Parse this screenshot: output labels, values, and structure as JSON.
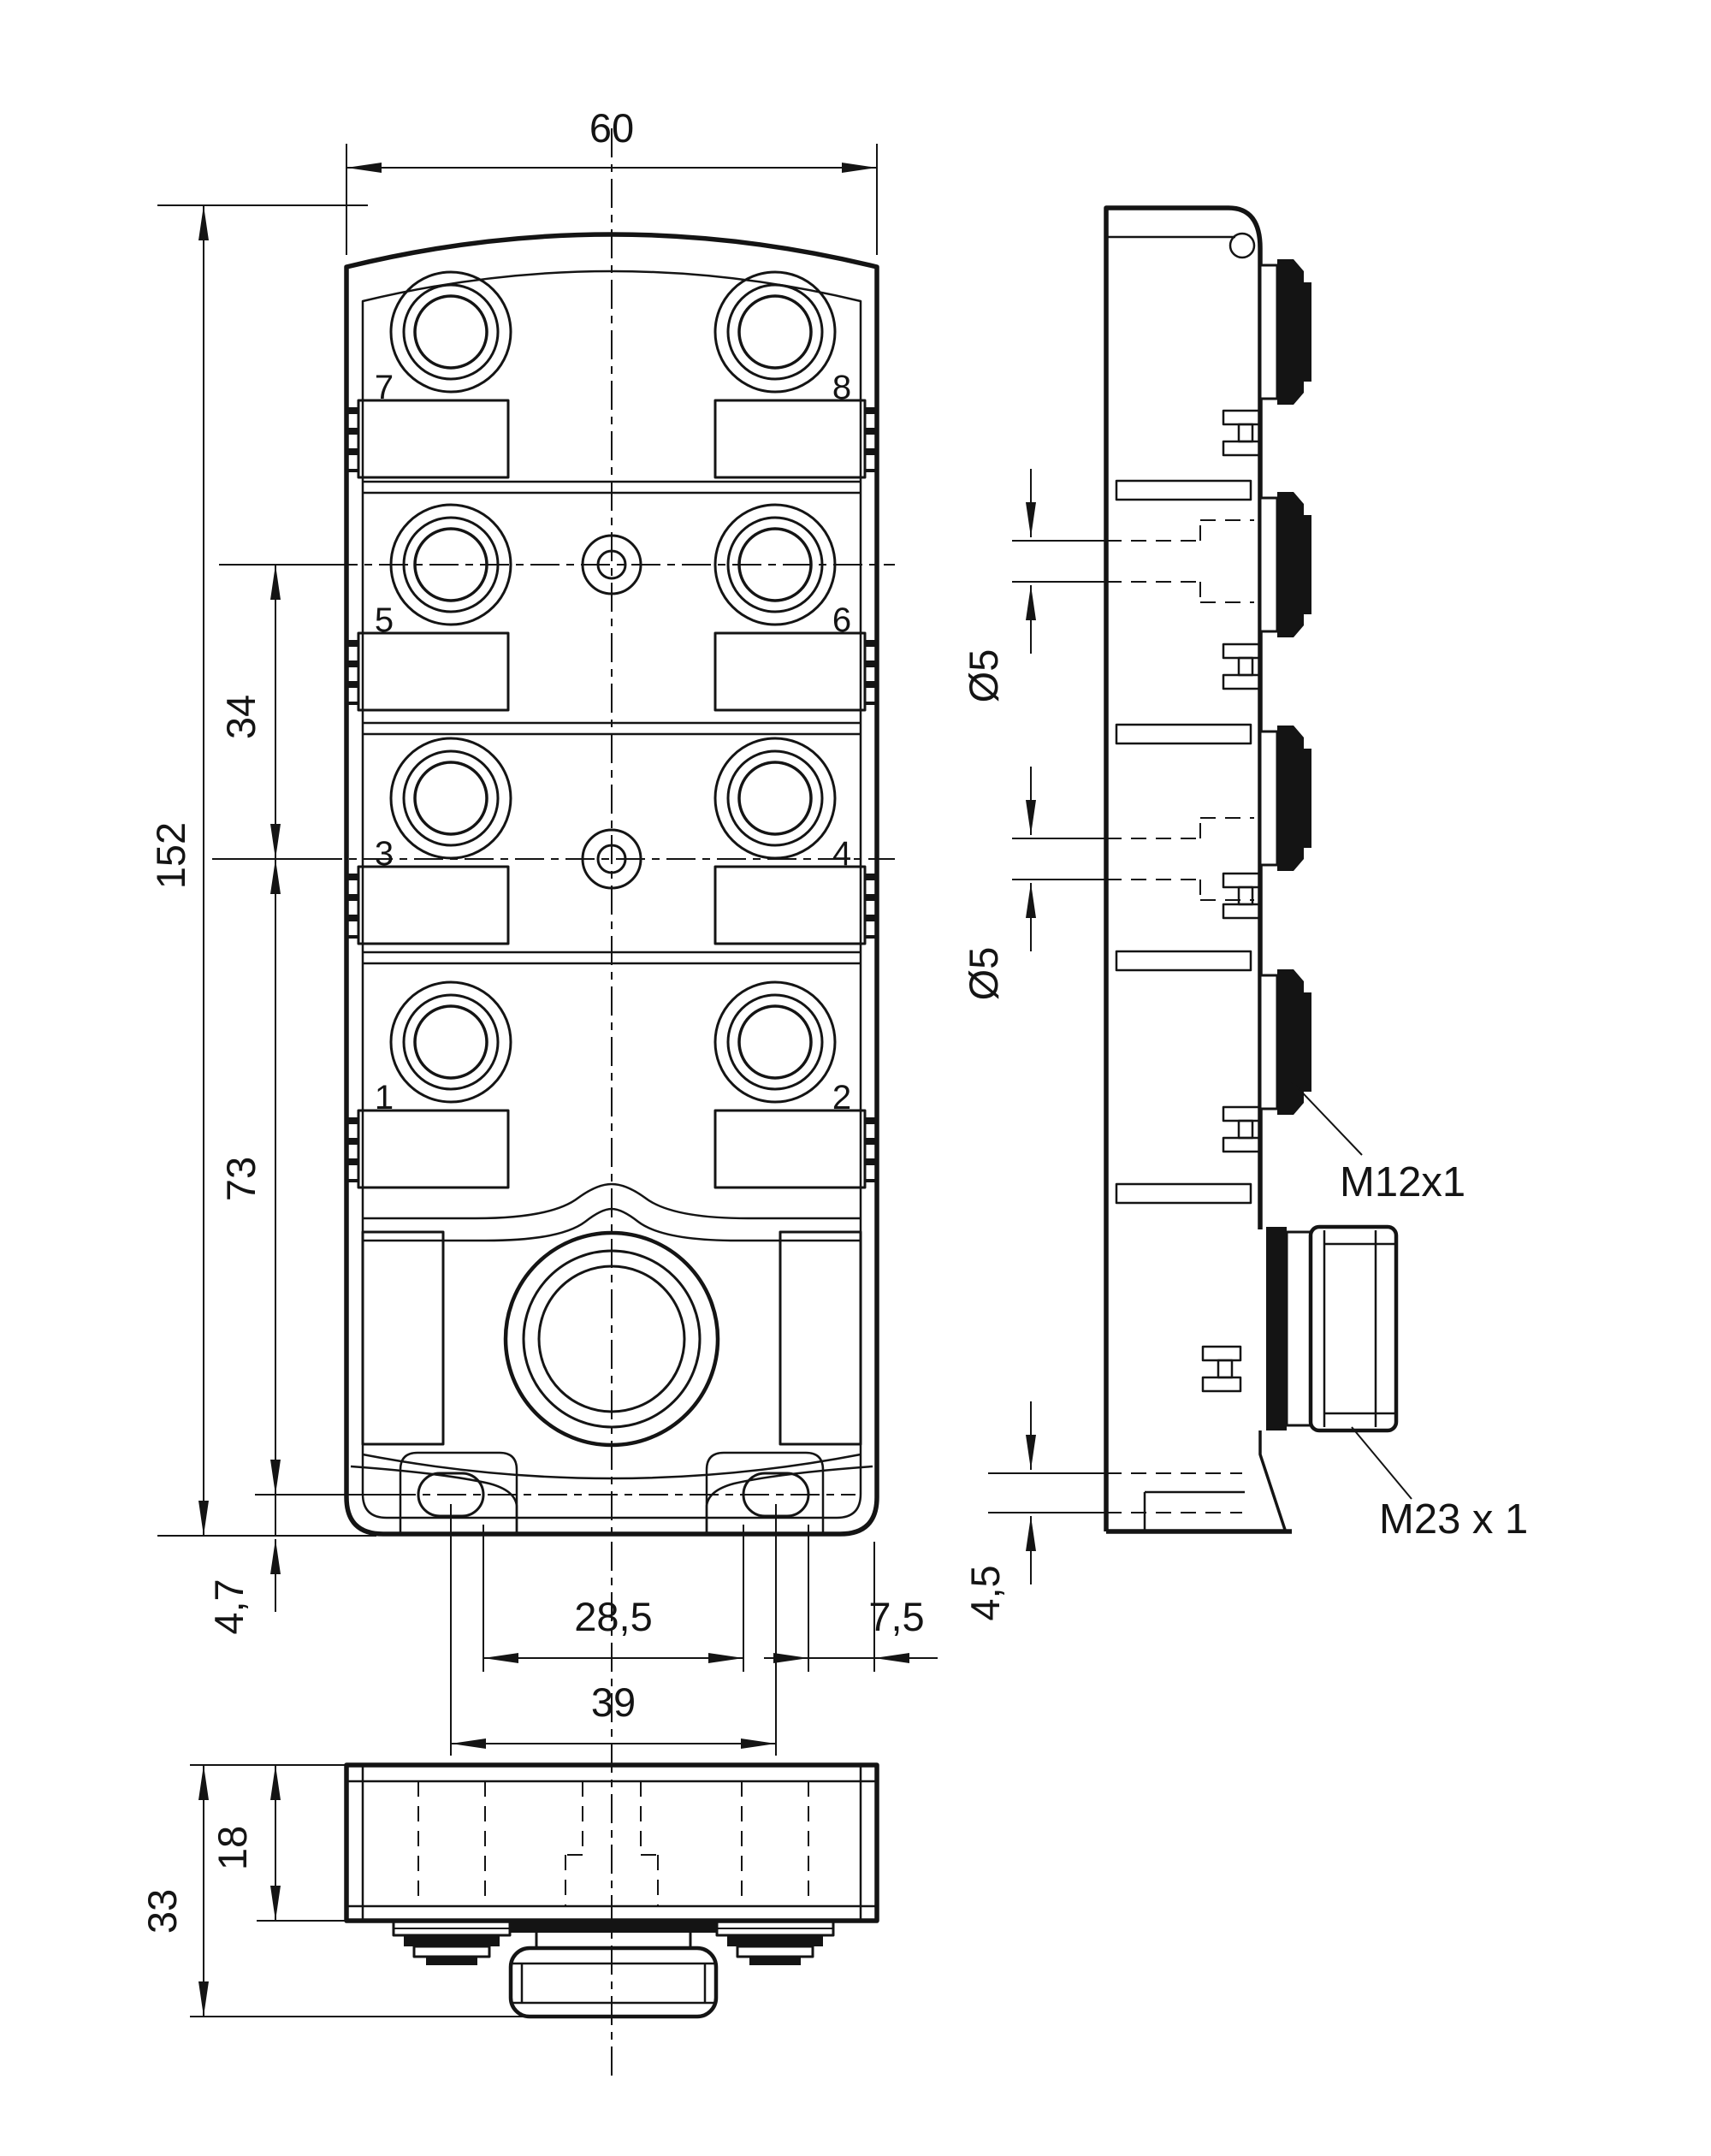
{
  "drawing": {
    "front": {
      "dim_width": "60",
      "dim_height": "152",
      "dim_row": "34",
      "dim_lower": "73",
      "dim_bottom_offset": "4,7",
      "dim_slot_inner": "28,5",
      "dim_slot_span": "39",
      "dim_slot_edge": "7,5",
      "ports": [
        "7",
        "8",
        "5",
        "6",
        "3",
        "4",
        "1",
        "2"
      ]
    },
    "side": {
      "dim_hole_upper": "Ø5",
      "dim_hole_lower": "Ø5",
      "label_m12": "M12x1",
      "label_m23": "M23 x 1",
      "dim_step": "4,5"
    },
    "bottom": {
      "dim_inner": "18",
      "dim_total": "33"
    },
    "colors": {
      "line": "#141414",
      "background": "#ffffff"
    }
  }
}
